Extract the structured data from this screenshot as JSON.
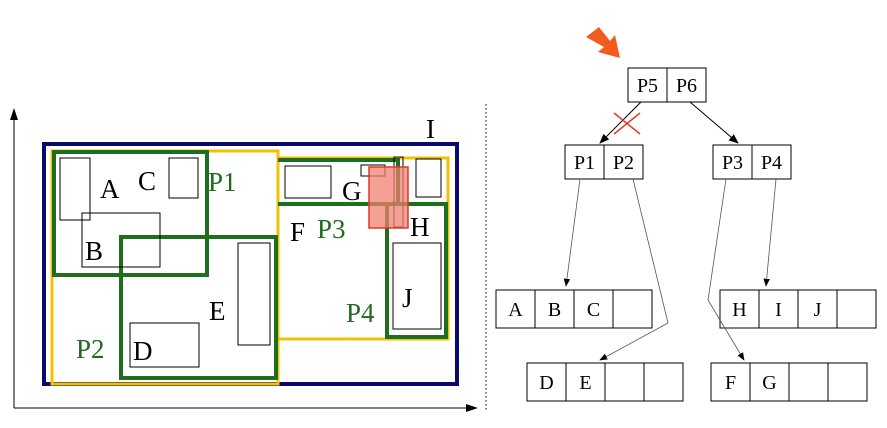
{
  "colors": {
    "mbr_outline": "#0a0a6e",
    "region_yellow": "#f2c200",
    "region_green": "#1e6e1e",
    "region_label": "#1f6b1f",
    "query_fill": "#f08070",
    "query_stroke": "#d83a2a",
    "pointer_arrow": "#f25a1e",
    "prune_mark": "#e03a2a"
  },
  "spatial_view": {
    "labels": {
      "A": "A",
      "B": "B",
      "C": "C",
      "D": "D",
      "E": "E",
      "F": "F",
      "G": "G",
      "H": "H",
      "I": "I",
      "J": "J",
      "P1": "P1",
      "P2": "P2",
      "P3": "P3",
      "P4": "P4"
    }
  },
  "tree_view": {
    "root": [
      "P5",
      "P6"
    ],
    "level1_left": [
      "P1",
      "P2"
    ],
    "level1_right": [
      "P3",
      "P4"
    ],
    "leaf_p1": [
      "A",
      "B",
      "C",
      ""
    ],
    "leaf_p2": [
      "D",
      "E",
      "",
      ""
    ],
    "leaf_p3": [
      "F",
      "G",
      "",
      ""
    ],
    "leaf_p4": [
      "H",
      "I",
      "J",
      ""
    ]
  }
}
